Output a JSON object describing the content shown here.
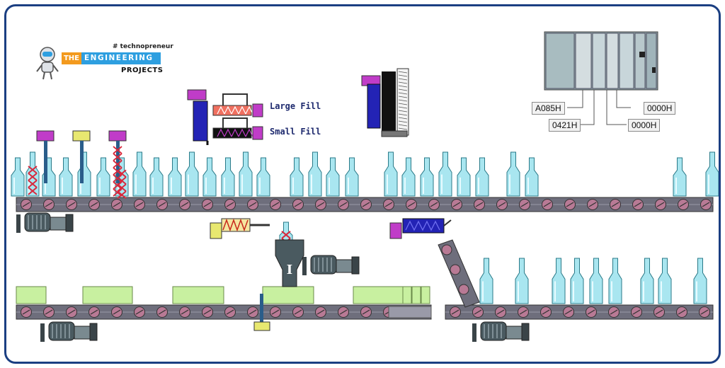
{
  "logo": {
    "tagline": "# technopreneur",
    "the": "THE",
    "engineering": "ENGINEERING",
    "projects": "PROJECTS"
  },
  "fill_labels": {
    "large": "Large Fill",
    "small": "Small Fill"
  },
  "registers": {
    "r1": "A085H",
    "r2": "0421H",
    "r3": "0000H",
    "r4": "0000H"
  },
  "colors": {
    "frame": "#1b3f82",
    "bottle": "#a9e6f0",
    "conveyor": "#6e6e7c",
    "roller": "#b87a95",
    "magenta": "#c03cc8",
    "blue": "#2323b5",
    "box": "#c8f0a0",
    "motor": "#4a5a60"
  },
  "icons": {
    "mascot": "robot-mascot-icon",
    "plc": "plc-rack-icon",
    "motor": "motor-icon"
  }
}
